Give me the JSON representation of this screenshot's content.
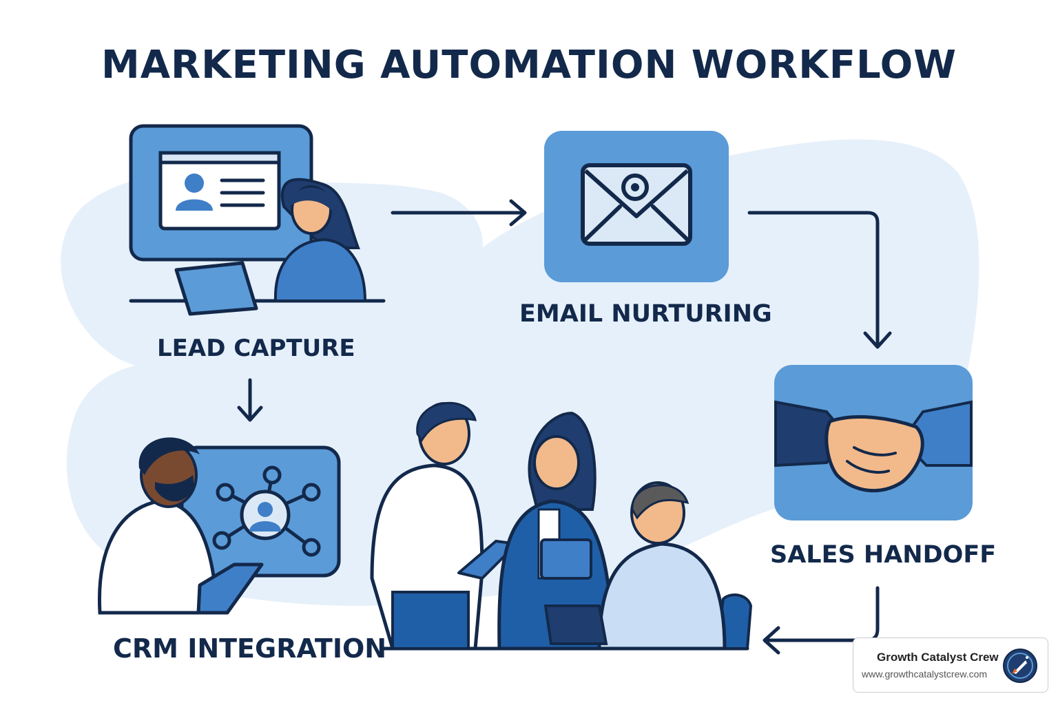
{
  "title": "MARKETING AUTOMATION WORKFLOW",
  "steps": [
    {
      "label": "LEAD CAPTURE",
      "icon": "monitor-form-icon"
    },
    {
      "label": "EMAIL NURTURING",
      "icon": "envelope-icon"
    },
    {
      "label": "SALES HANDOFF",
      "icon": "handshake-icon"
    },
    {
      "label": "CRM INTEGRATION",
      "icon": "network-icon"
    }
  ],
  "colors": {
    "navy": "#13294b",
    "tile_blue": "#5b9bd8",
    "light_blob": "#e6f0fa",
    "accent_blue": "#3f7fc8"
  },
  "watermark": {
    "name": "Growth Catalyst Crew",
    "url": "www.growthcatalystcrew.com"
  }
}
